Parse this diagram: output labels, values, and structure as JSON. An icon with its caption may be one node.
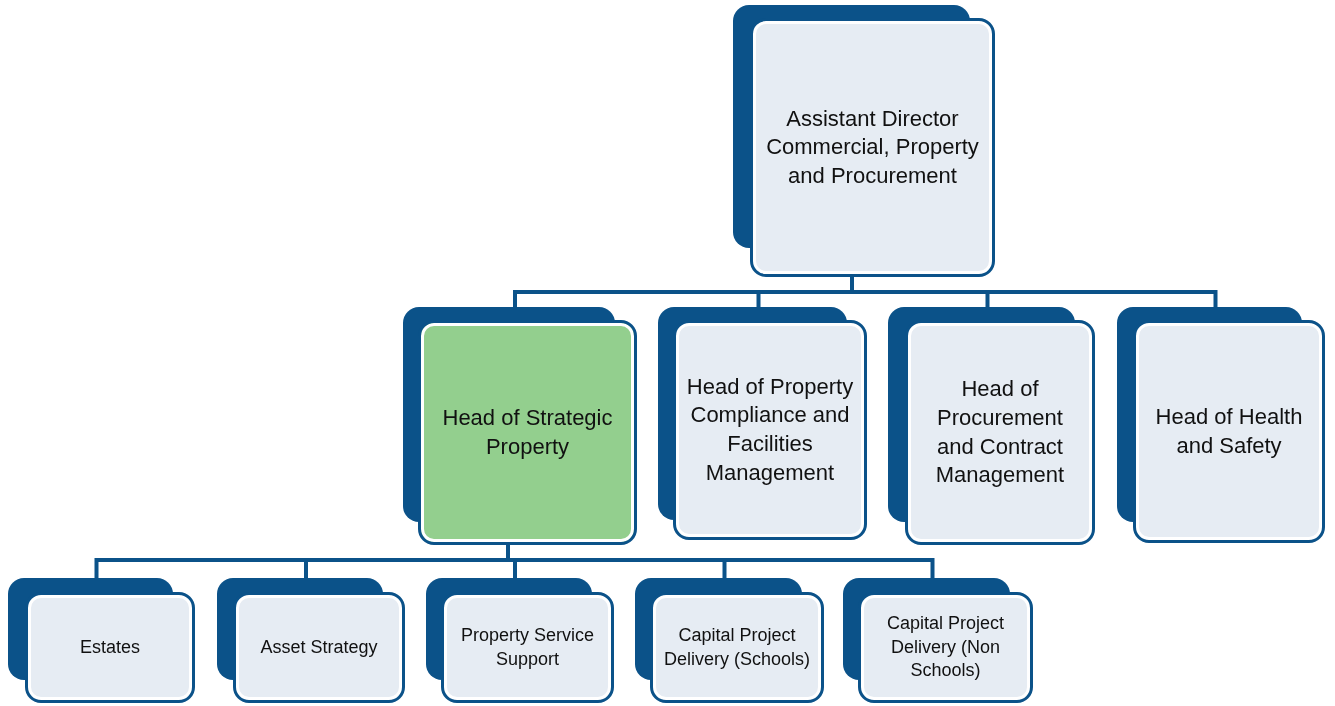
{
  "diagram": {
    "nodes": [
      {
        "text": [
          "Assistant Director Commercial, Property and Procurement"
        ]
      },
      {
        "text": [
          "Head of Strategic Property"
        ]
      },
      {
        "text": [
          "Head of Property Compliance and Facilities Management"
        ]
      },
      {
        "text": [
          "Head of Procurement and Contract Management"
        ]
      },
      {
        "text": [
          "Head of Health and Safety"
        ]
      },
      {
        "text": [
          "Estates"
        ]
      },
      {
        "text": [
          "Asset Strategy"
        ]
      },
      {
        "text": [
          "Property Service Support"
        ]
      },
      {
        "text": [
          "Capital Project Delivery (Schools)"
        ]
      },
      {
        "text": [
          "Capital Project Delivery (Non Schools)"
        ]
      }
    ],
    "edges": [
      {
        "from": 0,
        "to": 1,
        "arrow": "none"
      },
      {
        "from": 0,
        "to": 2,
        "arrow": "none"
      },
      {
        "from": 0,
        "to": 3,
        "arrow": "none"
      },
      {
        "from": 0,
        "to": 4,
        "arrow": "none"
      },
      {
        "from": 1,
        "to": 5,
        "arrow": "none"
      },
      {
        "from": 1,
        "to": 6,
        "arrow": "none"
      },
      {
        "from": 1,
        "to": 7,
        "arrow": "none"
      },
      {
        "from": 1,
        "to": 8,
        "arrow": "none"
      },
      {
        "from": 1,
        "to": 9,
        "arrow": "none"
      }
    ]
  }
}
